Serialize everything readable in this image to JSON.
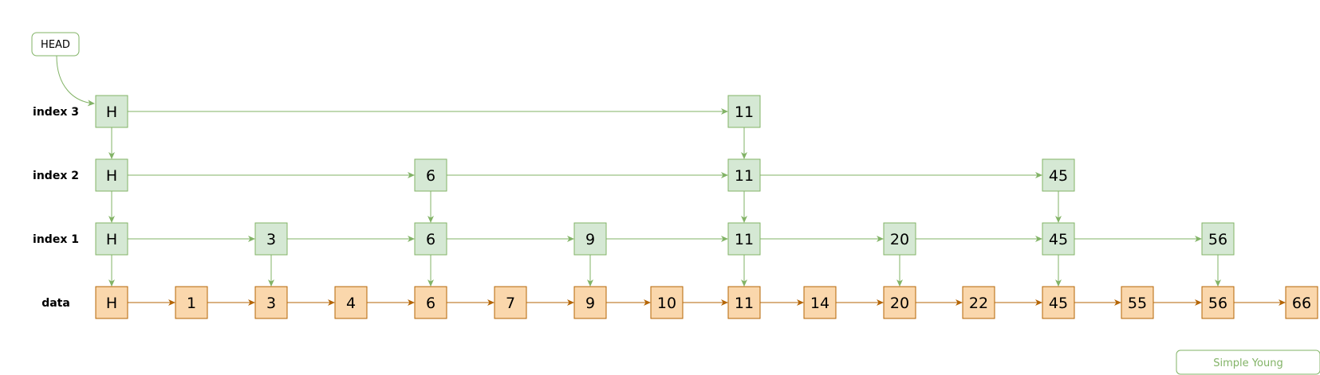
{
  "head_label": "HEAD",
  "credit": "Simple Young",
  "colors": {
    "index_fill": "#d5e8d4",
    "index_stroke": "#82b366",
    "data_fill": "#fad7ac",
    "data_stroke": "#b46504",
    "text": "#000000"
  },
  "levels": [
    {
      "label": "index 3",
      "keys": [
        "H",
        "11"
      ]
    },
    {
      "label": "index 2",
      "keys": [
        "H",
        "6",
        "11",
        "45"
      ]
    },
    {
      "label": "index 1",
      "keys": [
        "H",
        "3",
        "6",
        "9",
        "11",
        "20",
        "45",
        "56"
      ]
    },
    {
      "label": "data",
      "keys": [
        "H",
        "1",
        "3",
        "4",
        "6",
        "7",
        "9",
        "10",
        "11",
        "14",
        "20",
        "22",
        "45",
        "55",
        "56",
        "66"
      ]
    }
  ]
}
